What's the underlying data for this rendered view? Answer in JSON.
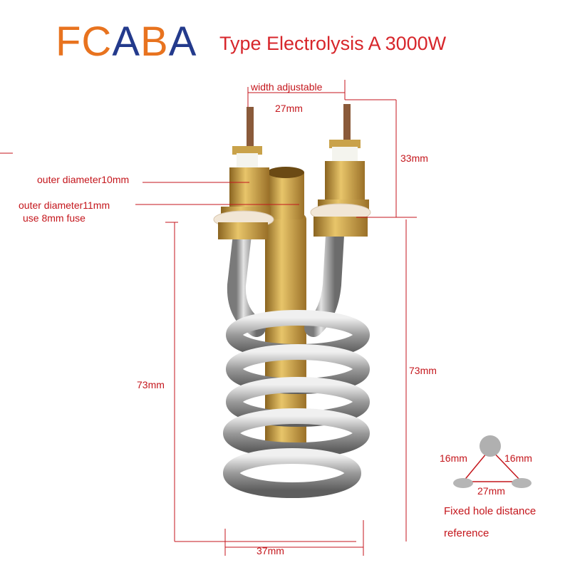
{
  "brand": {
    "part1": "FC",
    "part2": "A",
    "part3": "B",
    "part4": "A",
    "color_orange": "#e8731f",
    "color_blue": "#233a8c"
  },
  "title": "Type Electrolysis A 3000W",
  "labels": {
    "width_adjustable": "width adjustable",
    "top_width": "27mm",
    "terminal_height": "33mm",
    "outer_diameter_10": "outer diameter10mm",
    "outer_diameter_11": "outer diameter11mm",
    "fuse_note": "use 8mm  fuse",
    "left_height": "73mm",
    "right_height": "73mm",
    "bottom_width": "37mm",
    "hole_left": "16mm",
    "hole_right": "16mm",
    "hole_bottom": "27mm",
    "hole_caption_1": "Fixed hole distance",
    "hole_caption_2": "reference"
  },
  "colors": {
    "annotation": "#c4161c",
    "brass": "#c9a24a",
    "steel": "#a9a9a9"
  }
}
